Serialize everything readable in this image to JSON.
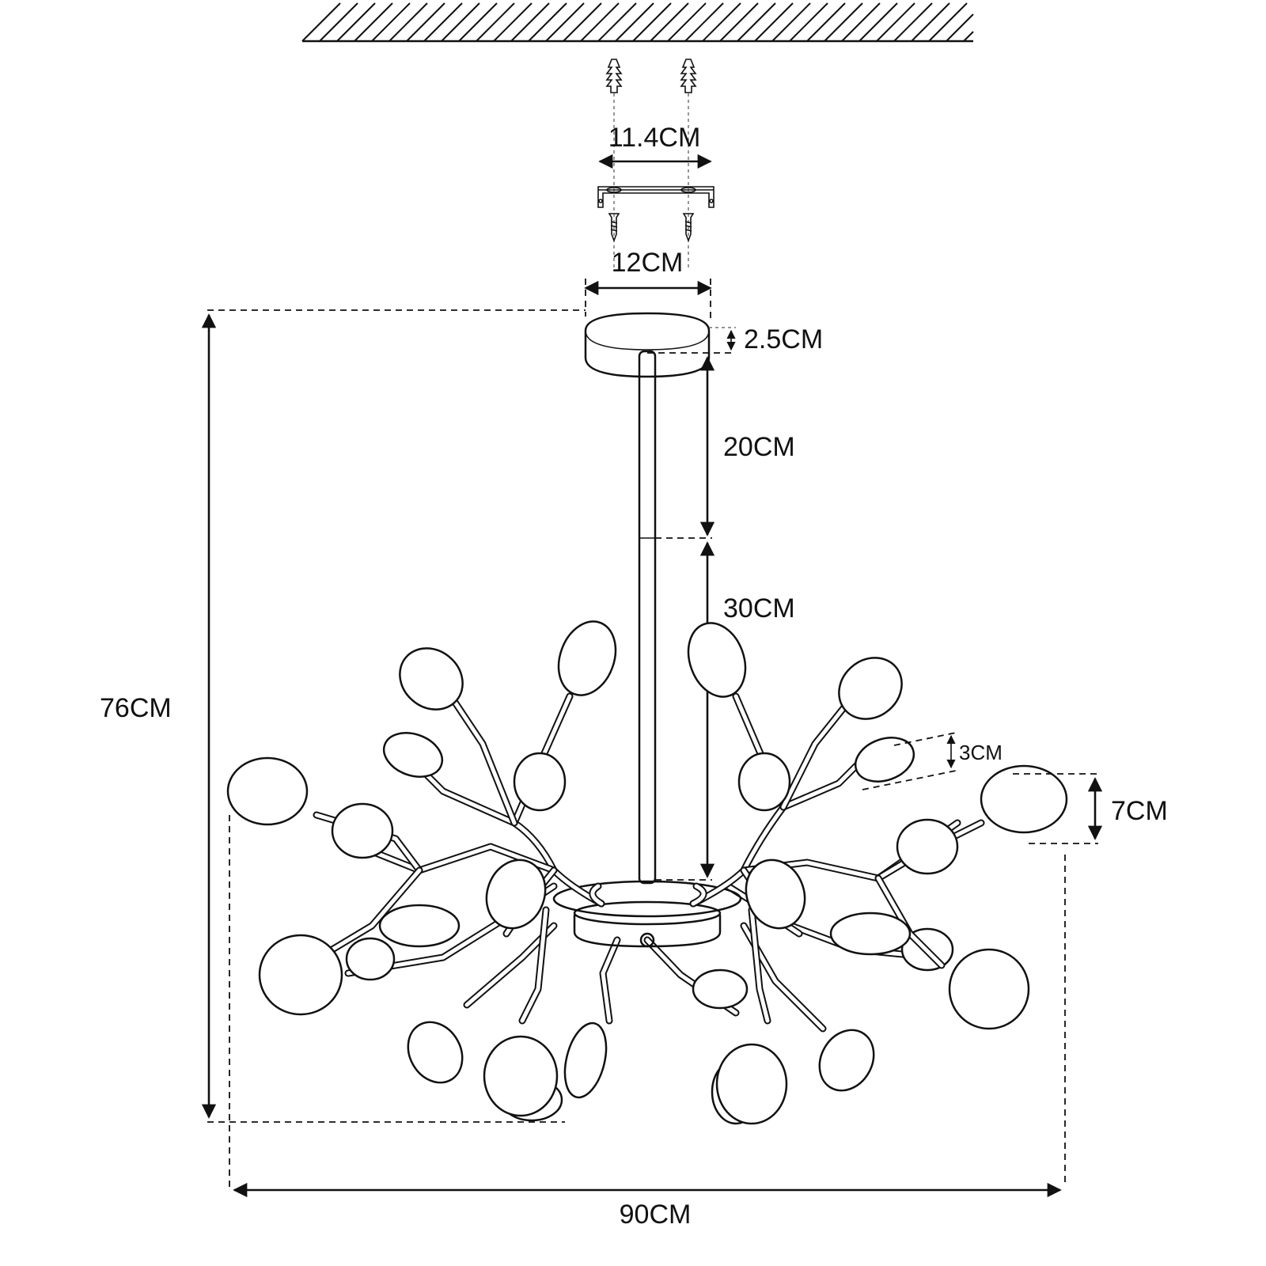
{
  "dimensions": {
    "bracket_hole_spacing": "11.4CM",
    "canopy_diameter": "12CM",
    "canopy_height": "2.5CM",
    "rod_upper": "20CM",
    "rod_lower": "30CM",
    "total_height": "76CM",
    "bulb_small": "3CM",
    "bulb_large": "7CM",
    "total_width": "90CM"
  },
  "colors": {
    "line": "#111111",
    "background": "#ffffff"
  }
}
